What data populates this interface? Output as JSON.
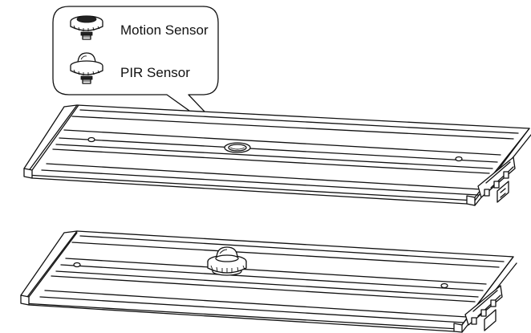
{
  "callout": {
    "items": [
      {
        "label": "Motion Sensor",
        "icon": "motion-sensor-icon"
      },
      {
        "label": "PIR Sensor",
        "icon": "pir-sensor-icon"
      }
    ]
  },
  "fixtures": [
    {
      "name": "fixture-with-sensor-port",
      "icon": "linear-high-bay-fixture"
    },
    {
      "name": "fixture-with-sensor-installed",
      "icon": "linear-high-bay-fixture"
    }
  ],
  "colors": {
    "line": "#111111",
    "background": "#ffffff"
  }
}
